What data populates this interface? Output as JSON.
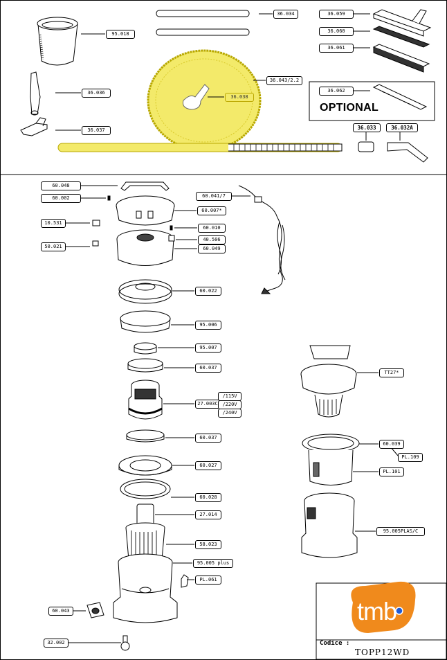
{
  "labels": {
    "p36034": "36.034",
    "p36059": "36.059",
    "p36060": "36.060",
    "p36061": "36.061",
    "p95018": "95.018",
    "p36043": "36.043/2.2",
    "p36038": "36.038",
    "p36036": "36.036",
    "p36037": "36.037",
    "p36062": "36.062",
    "p36033": "36.033",
    "p36032A": "36.032A",
    "p60048": "60.048",
    "p60002": "60.002",
    "p60041": "60.041/7",
    "p60007": "60.007*",
    "p10531": "10.531",
    "p60010": "60.010",
    "p40506": "40.506",
    "p50021": "50.021",
    "p60049": "60.049",
    "p60022": "60.022",
    "p95006": "95.006",
    "p95007": "95.007",
    "p60037a": "60.037",
    "p27003C": "27.003C",
    "v115": "/115V",
    "v220": "/220V",
    "v240": "/240V",
    "p60037b": "60.037",
    "p60027": "60.027",
    "p60028": "60.028",
    "p27014": "27.014",
    "p58023": "58.023",
    "p95005plus": "95.005 plus",
    "pPL061": "PL.061",
    "p60043": "60.043",
    "p32002": "32.002",
    "pTT27": "TT27*",
    "p60039": "60.039",
    "pPL109": "PL.109",
    "pPL101": "PL.101",
    "p95005plas": "95.005PLAS/C"
  },
  "optional_text": "OPTIONAL",
  "codice": {
    "label": "Codice :",
    "value": "TOPP12WD"
  },
  "logo": {
    "text": "tmb",
    "orange": "#f08a1c",
    "blue": "#1e5bd6"
  },
  "highlight_color": "#f3ea6a"
}
